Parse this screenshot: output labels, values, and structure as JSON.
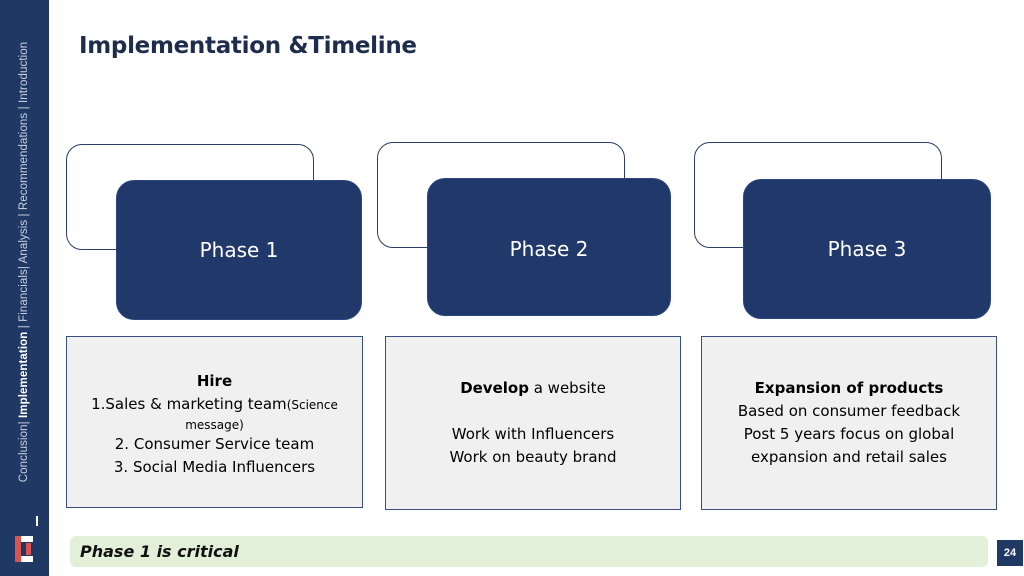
{
  "sidebar": {
    "nav_before": "Conclusion| ",
    "nav_active": "Implementation",
    "nav_after": " |  Financials|  Analysis  |  Recommendations  |  Introduction"
  },
  "title": "Implementation &Timeline",
  "phases": [
    {
      "label": "Phase 1"
    },
    {
      "label": "Phase 2"
    },
    {
      "label": "Phase 3"
    }
  ],
  "details": {
    "phase1": {
      "heading": "Hire",
      "line1_main": "1.Sales & marketing team",
      "line1_small": "(Science",
      "line1_small2": "message)",
      "line2": "2. Consumer Service team",
      "line3": "3. Social Media Influencers"
    },
    "phase2": {
      "line1_bold": "Develop",
      "line1_rest": " a website",
      "line2": "Work with Influencers",
      "line3": "Work on beauty brand"
    },
    "phase3": {
      "heading": "Expansion of products",
      "line1": "Based on consumer feedback",
      "line2": "Post 5 years focus on global",
      "line3": "expansion and retail sales"
    }
  },
  "note": "Phase 1 is critical",
  "page_number": "24",
  "colors": {
    "navy": "#1f3864",
    "phase_fill": "#20386a",
    "note_bg": "#e2efd9",
    "box_bg": "#f0f0f0"
  }
}
